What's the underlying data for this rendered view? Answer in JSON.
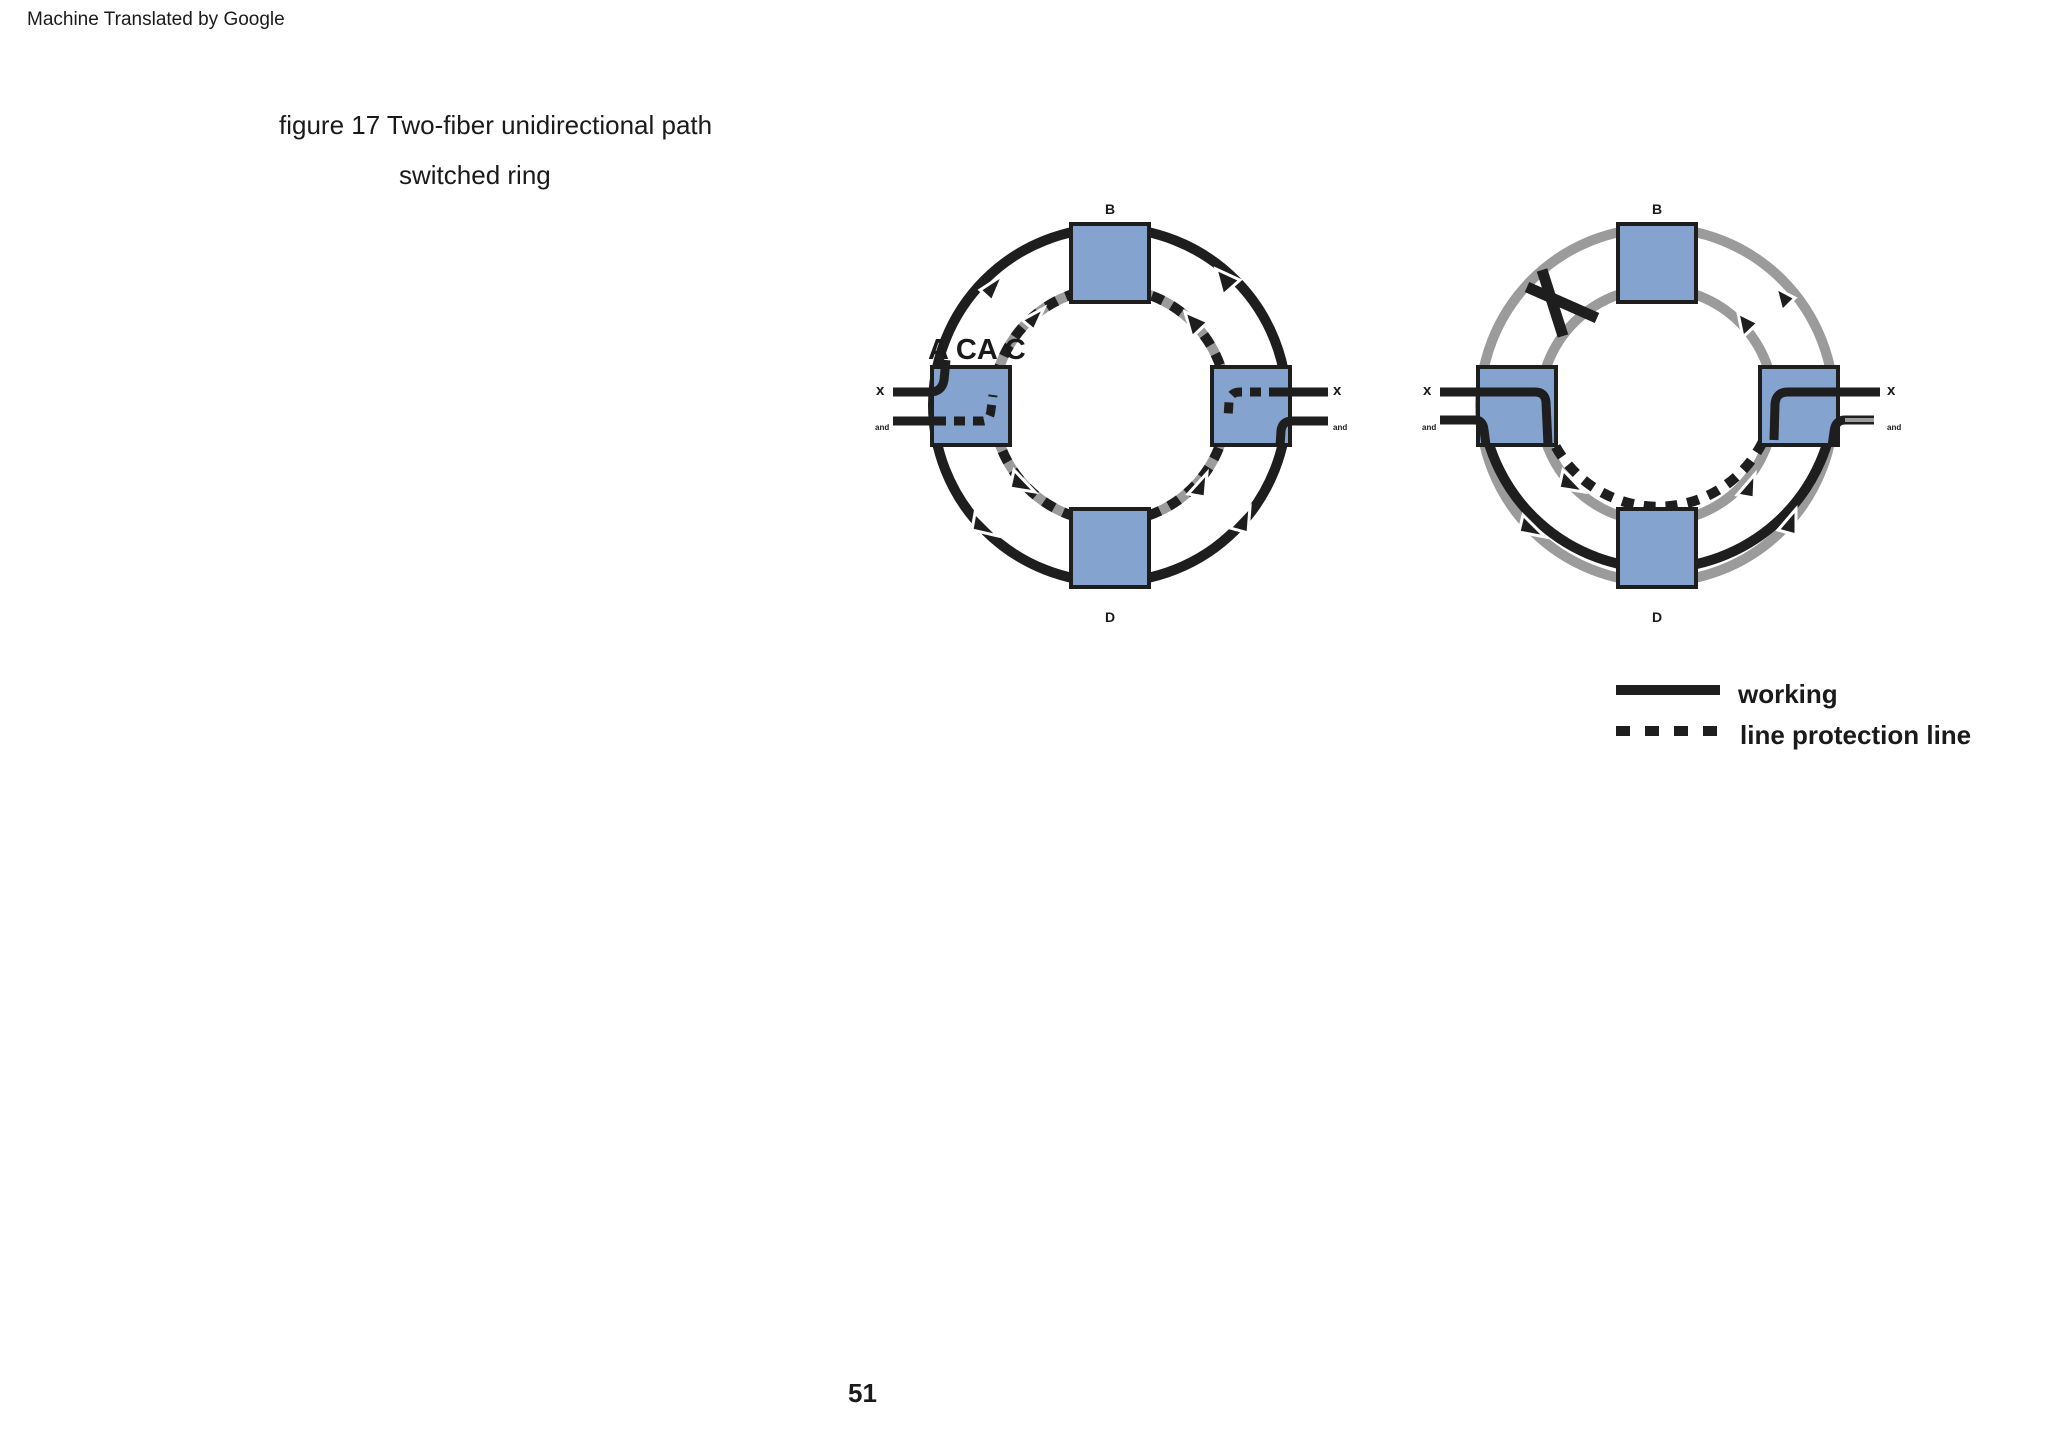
{
  "header": {
    "translation_note": "Machine Translated by Google"
  },
  "figure": {
    "title_line1": "figure 17 Two-fiber unidirectional path",
    "title_line2": "switched ring"
  },
  "left_ring": {
    "node_top": "B",
    "node_bottom": "D",
    "left_label": "A CA C",
    "port_x_left": "x",
    "port_and_left": "and",
    "port_x_right": "x",
    "port_and_right": "and"
  },
  "right_ring": {
    "node_top": "B",
    "node_bottom": "D",
    "port_x_left": "x",
    "port_and_left": "and",
    "port_x_right": "x",
    "port_and_right": "and"
  },
  "legend": {
    "working": "working",
    "protection": "line protection line"
  },
  "footer": {
    "page_number": "51"
  },
  "colors": {
    "node_fill": "#85a3cf",
    "fiber_dark": "#1e1e1e",
    "fiber_gray": "#9b9b9b"
  }
}
